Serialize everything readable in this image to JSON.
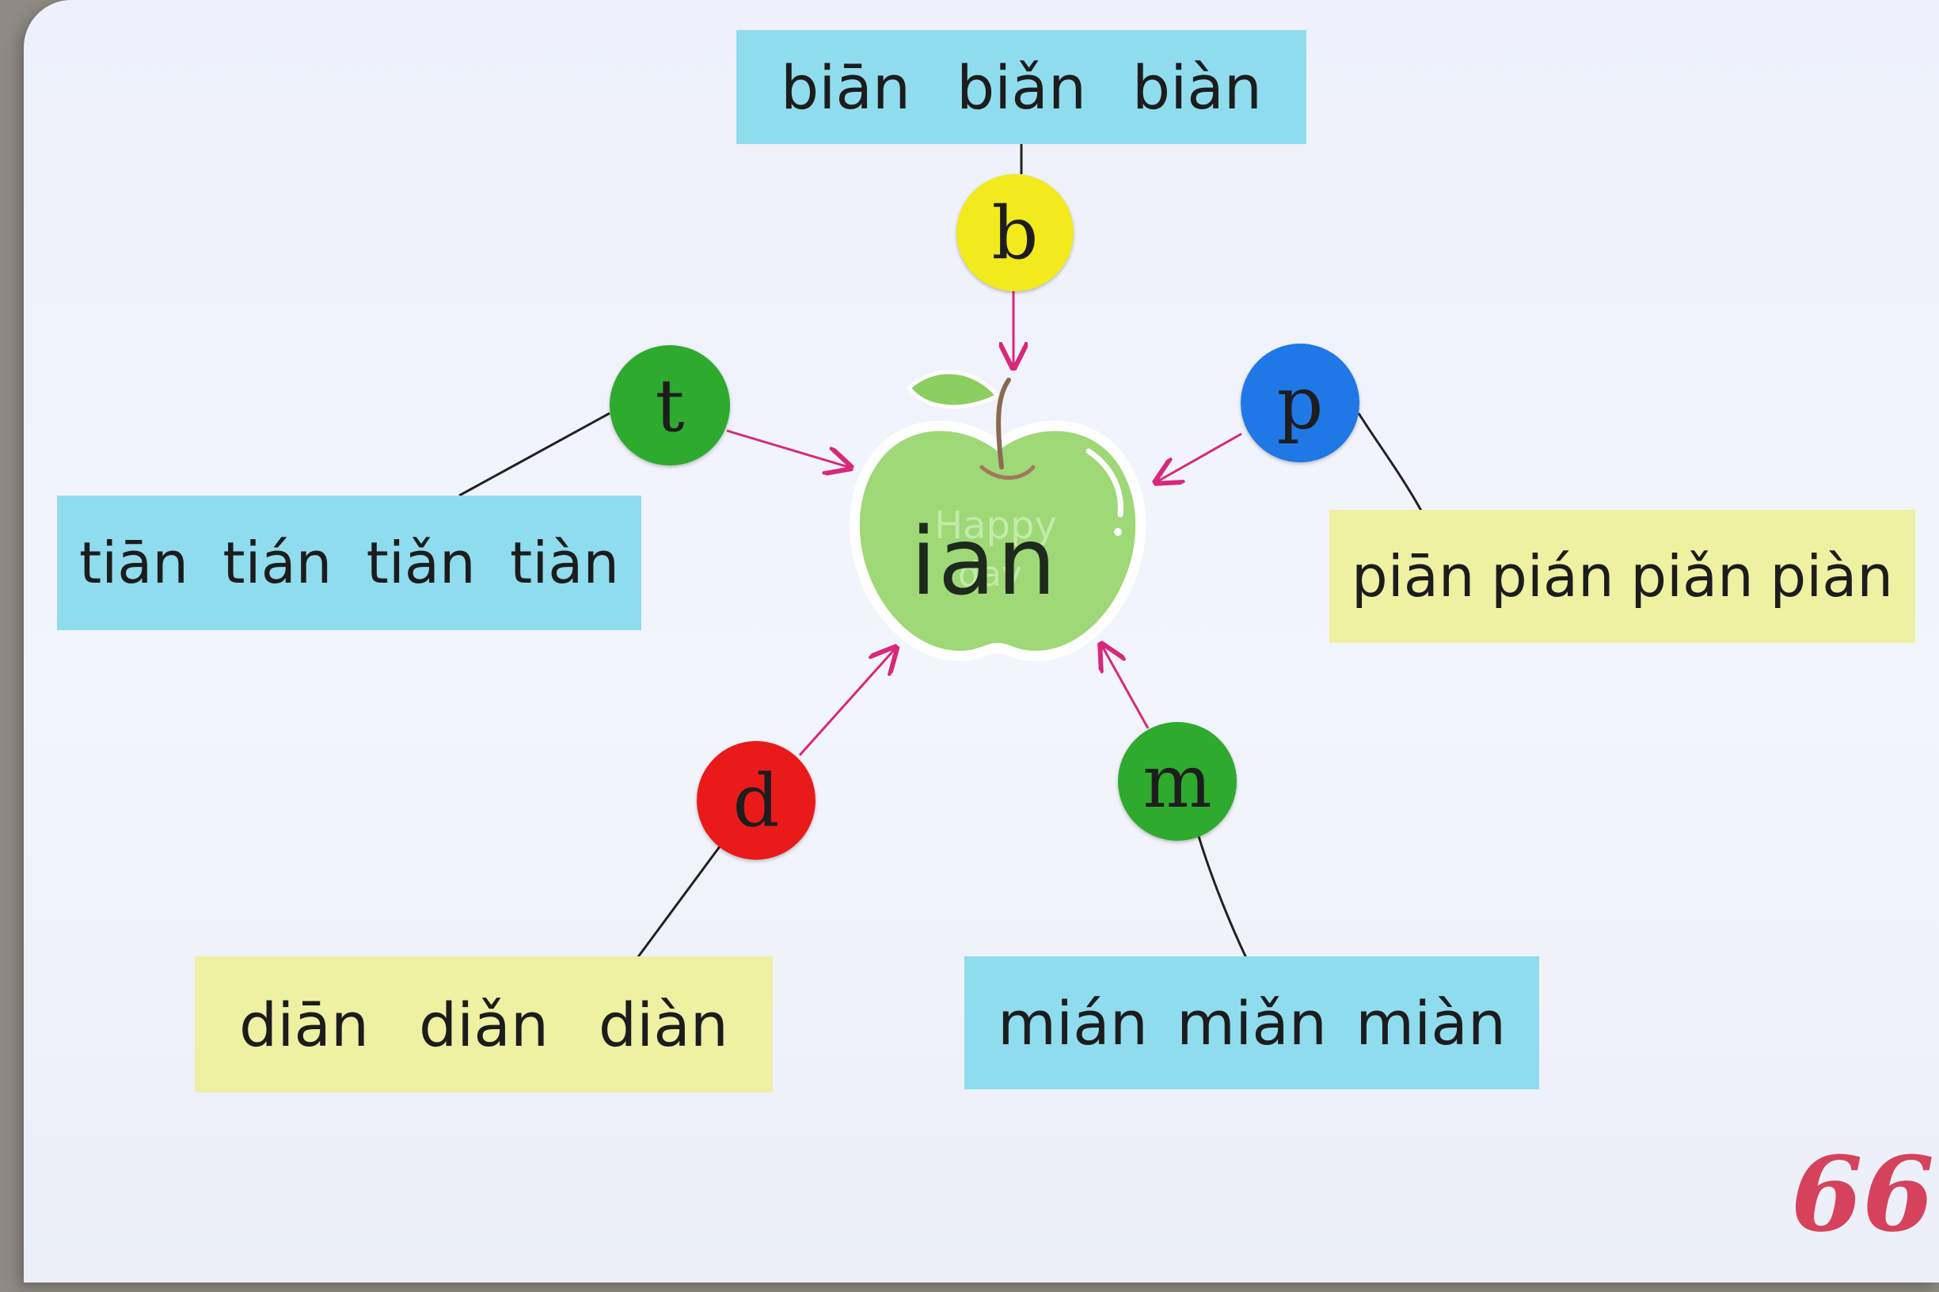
{
  "center": {
    "final": "ian",
    "sticker_text": [
      "Happy",
      "day"
    ]
  },
  "initials": {
    "b": {
      "letter": "b",
      "color": "#f2ea1c"
    },
    "p": {
      "letter": "p",
      "color": "#1f78e6"
    },
    "t": {
      "letter": "t",
      "color": "#2eaa2e"
    },
    "d": {
      "letter": "d",
      "color": "#ea1a1a"
    },
    "m": {
      "letter": "m",
      "color": "#2eaa2e"
    }
  },
  "syllables": {
    "b": [
      "biān",
      "biǎn",
      "biàn"
    ],
    "p": [
      "piān",
      "pián",
      "piǎn",
      "piàn"
    ],
    "t": [
      "tiān",
      "tián",
      "tiǎn",
      "tiàn"
    ],
    "d": [
      "diān",
      "diǎn",
      "diàn"
    ],
    "m": [
      "mián",
      "miǎn",
      "miàn"
    ]
  },
  "page_number": "66",
  "colors": {
    "card_blue": "#8fdcee",
    "card_yellow": "#eef0a2",
    "arrow": "#d8287a",
    "apple": "#9fd876"
  }
}
